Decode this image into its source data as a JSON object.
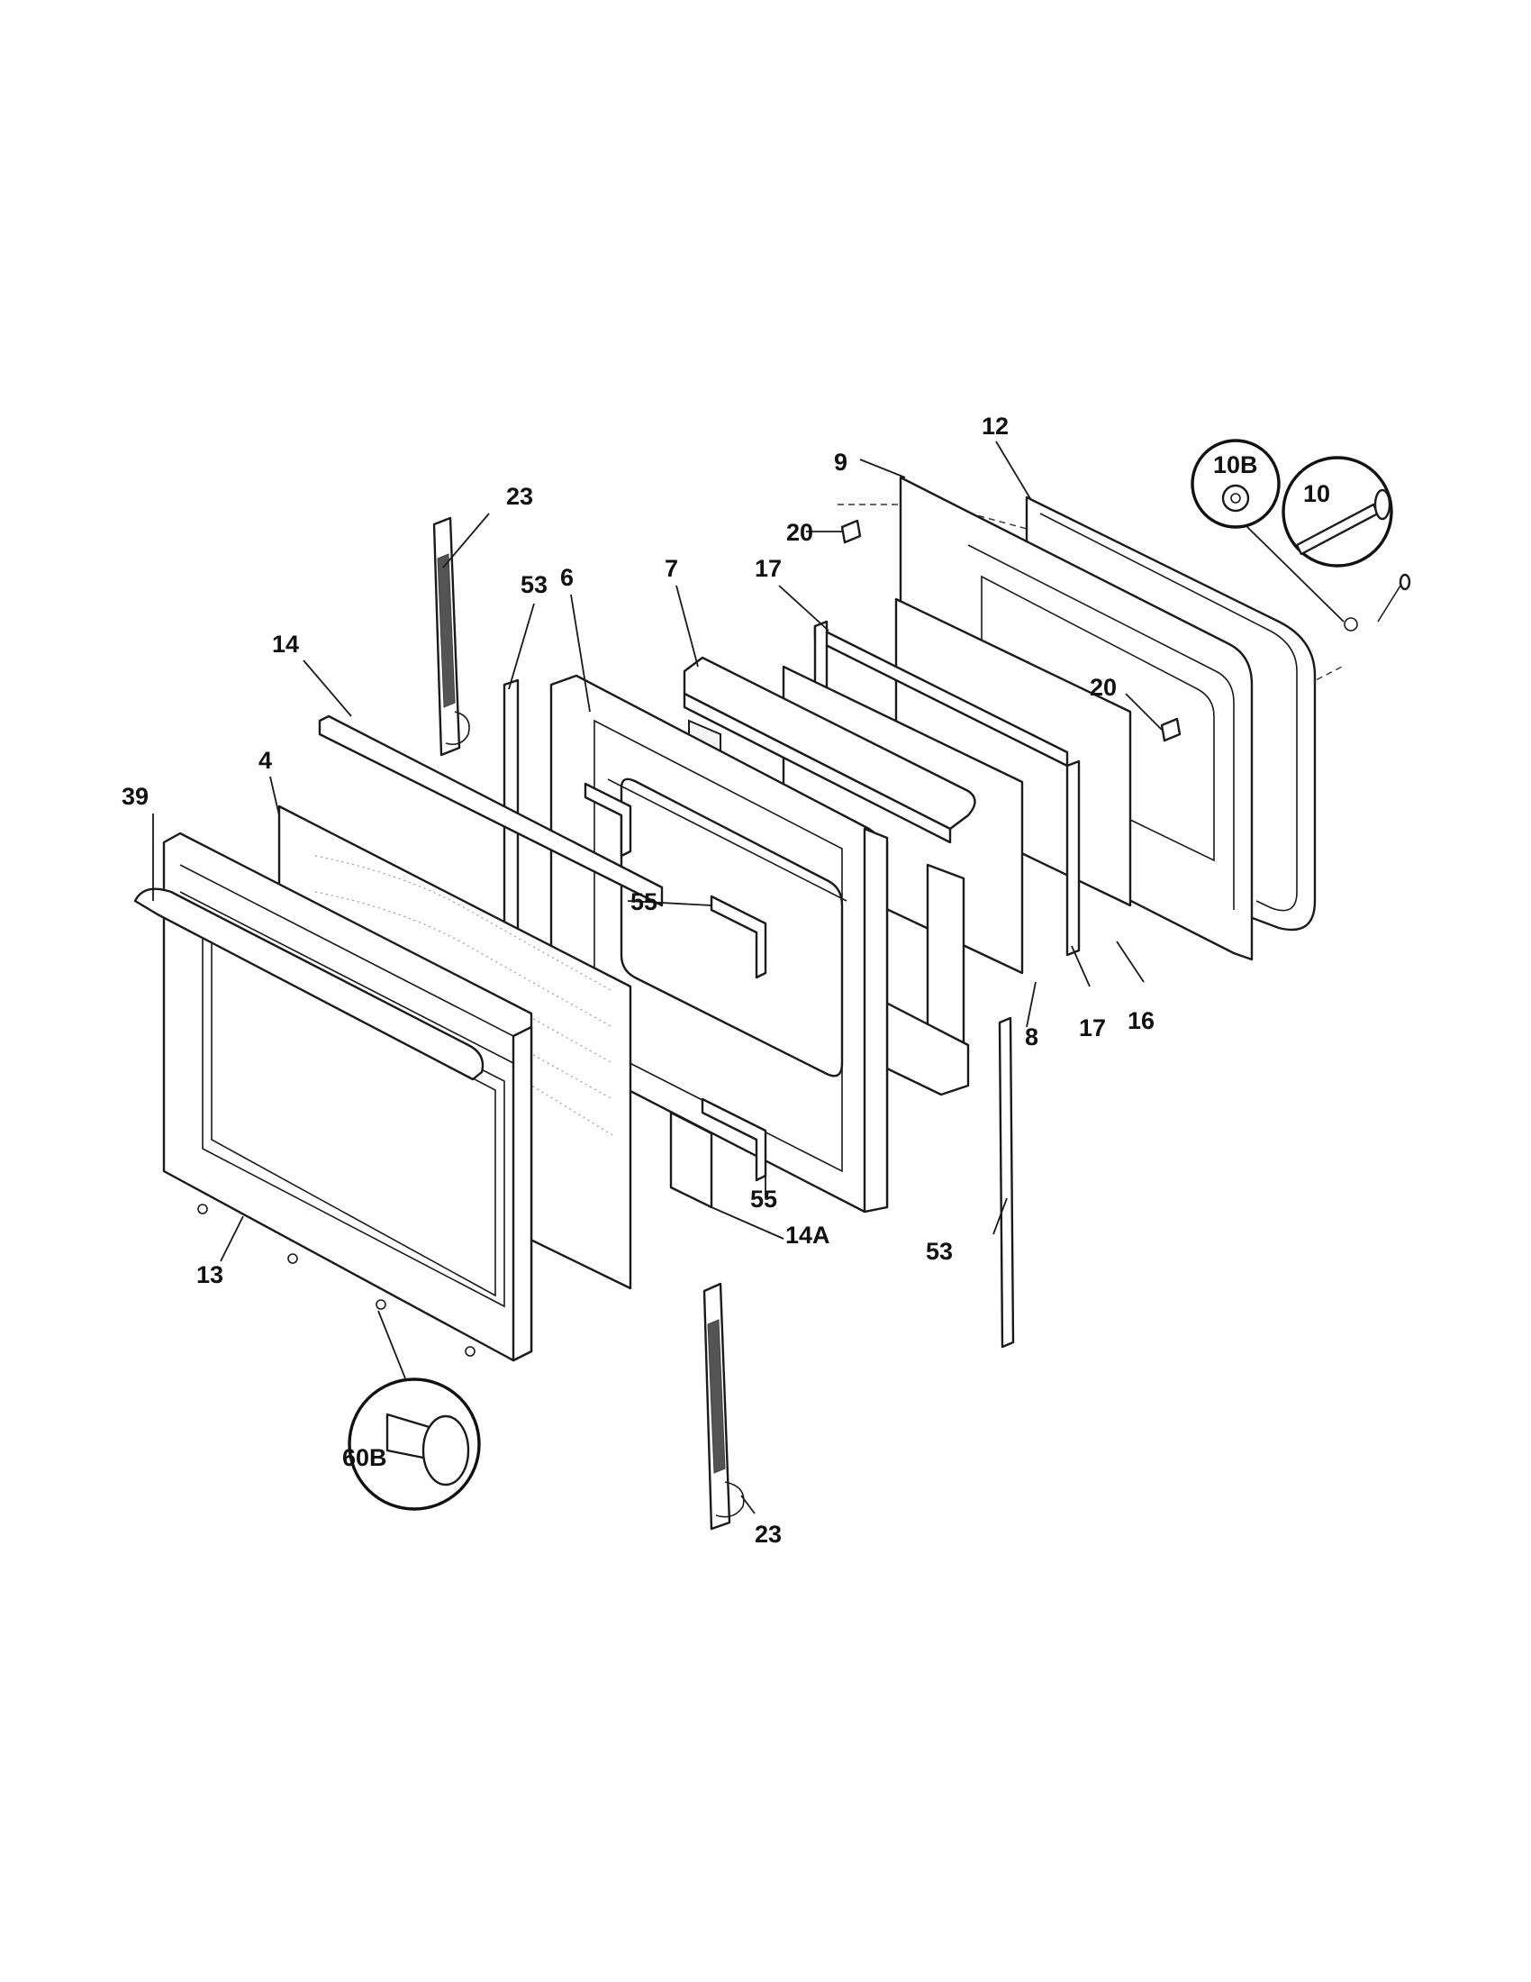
{
  "callouts": {
    "c_23_top": "23",
    "c_53_top": "53",
    "c_14": "14",
    "c_4": "4",
    "c_39": "39",
    "c_6": "6",
    "c_7": "7",
    "c_17_top": "17",
    "c_20_top": "20",
    "c_9": "9",
    "c_12": "12",
    "c_10B": "10B",
    "c_10": "10",
    "c_20_right": "20",
    "c_55_top": "55",
    "c_55_bottom": "55",
    "c_8": "8",
    "c_17_bottom": "17",
    "c_16": "16",
    "c_53_bottom": "53",
    "c_14A": "14A",
    "c_13": "13",
    "c_60B": "60B",
    "c_23_bottom": "23"
  }
}
